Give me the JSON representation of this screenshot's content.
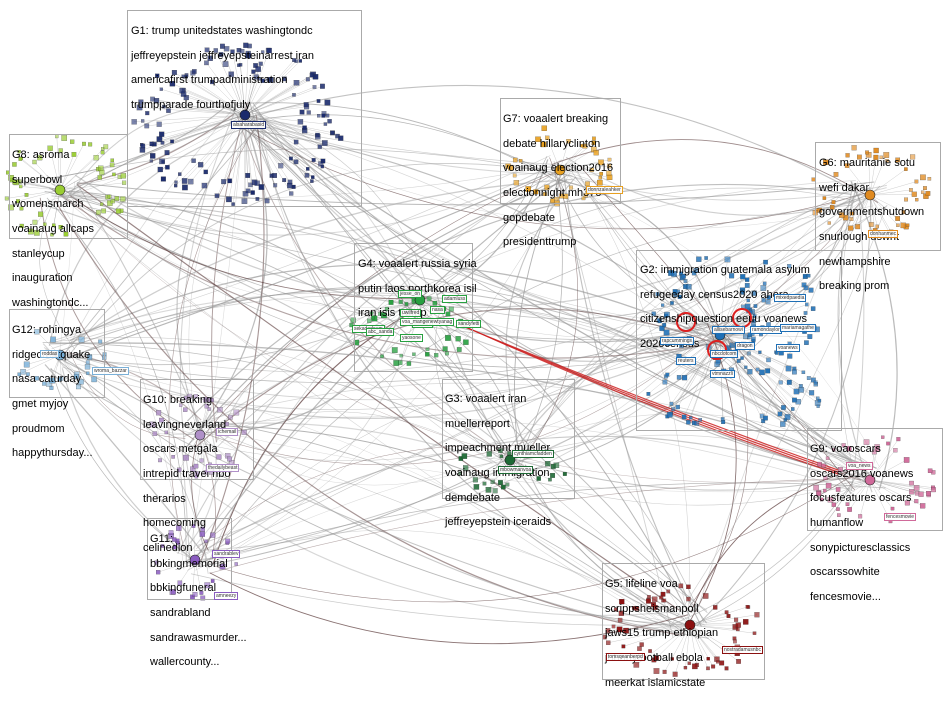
{
  "groups": [
    {
      "id": "G1",
      "color": "#1a2a6c",
      "label_lines": [
        "G1: trump unitedstates washingtondc",
        "jeffreyepstein jeffreyepsteinarrest iran",
        "americafirst trumpadministration",
        "trumpparade fourthofjuly"
      ]
    },
    {
      "id": "G2",
      "color": "#1f6fb5",
      "label_lines": [
        "G2: immigration guatemala asylum",
        "refugeeday census2020 ahora",
        "citizenshipquestion eeuu voanews",
        "2020census"
      ]
    },
    {
      "id": "G3",
      "color": "#1e6a35",
      "label_lines": [
        "G3: voaalert iran",
        "muellerreport",
        "impeachment mueller",
        "voainaug immigration",
        "demdebate",
        "jeffreyepstein iceraids"
      ]
    },
    {
      "id": "G4",
      "color": "#27a040",
      "label_lines": [
        "G4: voaalert russia syria",
        "putin laos northkorea isil",
        "iran isis trump"
      ]
    },
    {
      "id": "G5",
      "color": "#8b1010",
      "label_lines": [
        "G5: lifeline voa",
        "scrippsheismanpoll",
        "jaws15 trump ethiopian",
        "johnnyfootball ebola",
        "meerkat islamicstate"
      ]
    },
    {
      "id": "G6",
      "color": "#e08a20",
      "label_lines": [
        "G6: mauritanie sotu",
        "wefi dakar",
        "governmentshutdown",
        "snurlough uswnt",
        "newhampshire",
        "breaking prom"
      ]
    },
    {
      "id": "G7",
      "color": "#e8a020",
      "label_lines": [
        "G7: voaalert breaking",
        "debate hillaryclinton",
        "voainaug election2016",
        "electionnight mh370",
        "gopdebate",
        "presidenttrump"
      ]
    },
    {
      "id": "G8",
      "color": "#9acd32",
      "label_lines": [
        "G8: asroma",
        "superbowl",
        "womensmarch",
        "voainaug allcaps",
        "stanleycup",
        "inauguration",
        "washingtondc..."
      ]
    },
    {
      "id": "G9",
      "color": "#d06a9a",
      "label_lines": [
        "G9: voaoscars",
        "oscars2016 voanews",
        "focusfeatures oscars",
        "humanflow",
        "sonypicturesclassics",
        "oscarssowhite",
        "fencesmovie..."
      ]
    },
    {
      "id": "G10",
      "color": "#b090c8",
      "label_lines": [
        "G10: breaking",
        "leavingneverland",
        "oscars metgala",
        "intrepid travel hbo",
        "therarios",
        "homecoming",
        "celinedion"
      ]
    },
    {
      "id": "G11",
      "color": "#8a5cc0",
      "label_lines": [
        "G11:",
        "bbkingmemorial",
        "bbkingfuneral",
        "sandrabland",
        "sandrawasmurder...",
        "wallercounty..."
      ]
    },
    {
      "id": "G12",
      "color": "#7ab0d8",
      "label_lines": [
        "G12: rohingya",
        "ridgecrestquake",
        "nasa caturday",
        "gmet myjoy",
        "proudmom",
        "happythursday..."
      ]
    }
  ],
  "vertex_tags": [
    {
      "group": "G1",
      "text": "alsaharabasid"
    },
    {
      "group": "G2",
      "text": "allisebarnowi"
    },
    {
      "group": "G2",
      "text": "ramondaylor"
    },
    {
      "group": "G2",
      "text": "rapcummings"
    },
    {
      "group": "G2",
      "text": "nbcdotcom"
    },
    {
      "group": "G2",
      "text": "dragon"
    },
    {
      "group": "G2",
      "text": "reuters"
    },
    {
      "group": "G2",
      "text": "vtmnazzli"
    },
    {
      "group": "G2",
      "text": "mariamagathe"
    },
    {
      "group": "G2",
      "text": "mixedpaedia"
    },
    {
      "group": "G2",
      "text": "voanews"
    },
    {
      "group": "G3",
      "text": "mbowmanvoa"
    },
    {
      "group": "G3",
      "text": "cynthiamcfadden"
    },
    {
      "group": "G4",
      "text": "jesse_on"
    },
    {
      "group": "G4",
      "text": "adamluss"
    },
    {
      "group": "G4",
      "text": "uwilfred"
    },
    {
      "group": "G4",
      "text": "sandyfetti"
    },
    {
      "group": "G4",
      "text": "sekadedoum"
    },
    {
      "group": "G4",
      "text": "nasa"
    },
    {
      "group": "G4",
      "text": "yaosone"
    },
    {
      "group": "G4",
      "text": "abc_sanda"
    },
    {
      "group": "G4",
      "text": "sheilam"
    },
    {
      "group": "G4",
      "text": "voa_mangenewtyanag"
    },
    {
      "group": "G5",
      "text": "tomsqeanberpd"
    },
    {
      "group": "G5",
      "text": "nostradamusnbc"
    },
    {
      "group": "G6",
      "text": "donhanmec"
    },
    {
      "group": "G7",
      "text": "donnzaleahker"
    },
    {
      "group": "G9",
      "text": "fencesmovie"
    },
    {
      "group": "G9",
      "text": "voa_news"
    },
    {
      "group": "G10",
      "text": "thedailybeast"
    },
    {
      "group": "G10",
      "text": "ichemail"
    },
    {
      "group": "G11",
      "text": "amneezy"
    },
    {
      "group": "G11",
      "text": "sandrablev"
    },
    {
      "group": "G12",
      "text": "roddas"
    },
    {
      "group": "G12",
      "text": "wroma_bazzar"
    }
  ],
  "colors": {
    "edge_gray": "#9a9a9a",
    "edge_dark": "#5a3a3a",
    "edge_red": "#cc2222",
    "label_border": "#aaaaaa",
    "background": "#ffffff"
  }
}
